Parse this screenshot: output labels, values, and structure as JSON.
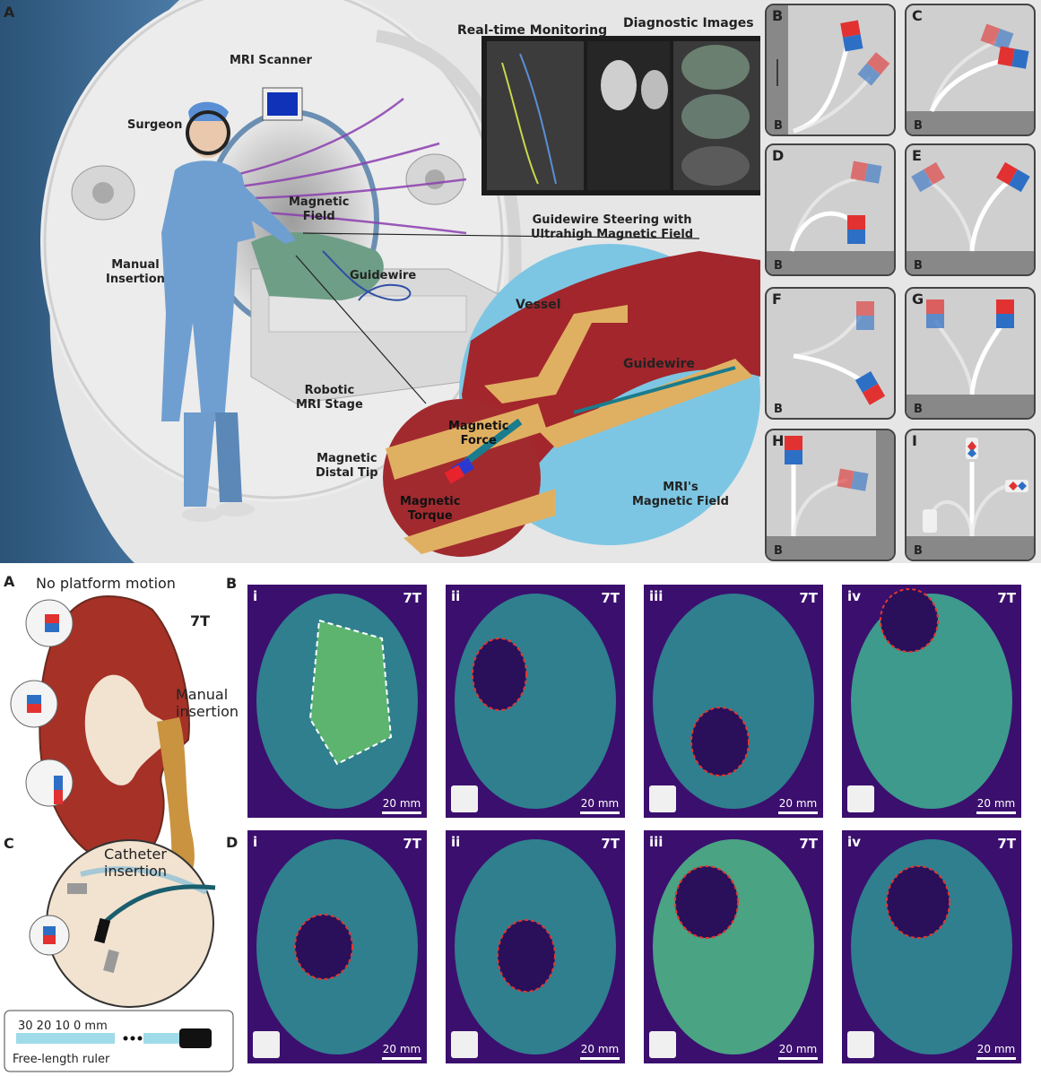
{
  "top": {
    "panel_label": "A",
    "scene_labels": {
      "mri_scanner": "MRI Scanner",
      "surgeon": "Surgeon",
      "magnetic_field": "Magnetic\nField",
      "manual_insertion": "Manual\nInsertion",
      "guidewire": "Guidewire",
      "robotic_stage": "Robotic\nMRI Stage",
      "magnetic_distal_tip": "Magnetic\nDistal Tip",
      "realtime_monitoring": "Real-time Monitoring",
      "diagnostic_images": "Diagnostic Images",
      "steering_title": "Guidewire Steering with\nUltrahigh Magnetic Field",
      "vessel": "Vessel",
      "guidewire_inset": "Guidewire",
      "magnetic_force": "Magnetic\nForce",
      "magnetic_torque": "Magnetic\nTorque",
      "mri_field": "MRI's\nMagnetic Field"
    },
    "panels": [
      {
        "label": "B",
        "b_label": "B"
      },
      {
        "label": "C",
        "b_label": "B"
      },
      {
        "label": "D",
        "b_label": "B"
      },
      {
        "label": "E",
        "b_label": "B"
      },
      {
        "label": "F",
        "b_label": "B"
      },
      {
        "label": "G",
        "b_label": "B"
      },
      {
        "label": "H",
        "b_label": "B"
      },
      {
        "label": "I",
        "b_label": "B"
      }
    ]
  },
  "bottom": {
    "left": {
      "panel_a": "A",
      "no_motion": "No platform motion",
      "field": "7T",
      "manual_insertion": "Manual\ninsertion",
      "panel_c": "C",
      "catheter_insertion": "Catheter\ninsertion",
      "ruler_ticks": "30 20 10 0 mm",
      "ruler_label": "Free-length ruler"
    },
    "row_b": {
      "panel_label": "B",
      "images": [
        {
          "roman": "i",
          "field": "7T",
          "scale": "20 mm"
        },
        {
          "roman": "ii",
          "field": "7T",
          "scale": "20 mm"
        },
        {
          "roman": "iii",
          "field": "7T",
          "scale": "20 mm"
        },
        {
          "roman": "iv",
          "field": "7T",
          "scale": "20 mm"
        }
      ]
    },
    "row_d": {
      "panel_label": "D",
      "images": [
        {
          "roman": "i",
          "field": "7T",
          "scale": "20 mm"
        },
        {
          "roman": "ii",
          "field": "7T",
          "scale": "20 mm"
        },
        {
          "roman": "iii",
          "field": "7T",
          "scale": "20 mm"
        },
        {
          "roman": "iv",
          "field": "7T",
          "scale": "20 mm"
        }
      ]
    }
  }
}
